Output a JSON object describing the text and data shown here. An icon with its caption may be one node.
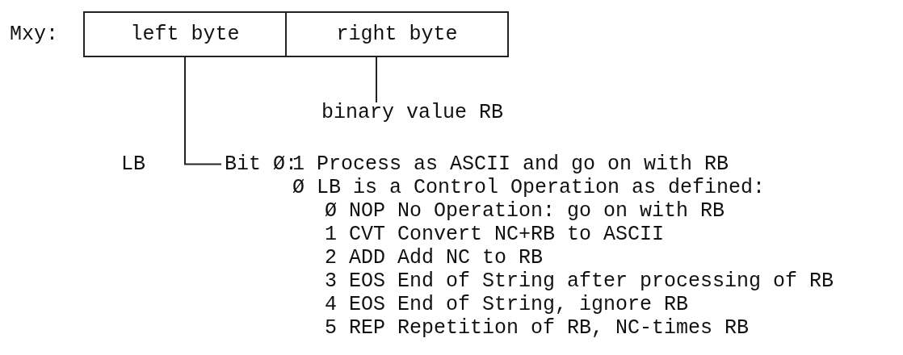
{
  "diagram": {
    "nodes": [
      {
        "text": [
          "left byte"
        ]
      },
      {
        "text": [
          "right byte"
        ]
      },
      {
        "text": [
          "binary value RB"
        ]
      },
      {
        "text": [
          "Bit Ø:"
        ]
      }
    ],
    "edges": [
      {
        "from": 1,
        "to": 2,
        "arrow": "none"
      },
      {
        "from": 0,
        "to": 3,
        "arrow": "none"
      }
    ],
    "labels": [
      "Mxy:",
      "LB",
      "1 Process as ASCII and go on with RB",
      "Ø LB is a Control Operation as defined:",
      "Ø NOP No Operation: go on with RB",
      "1 CVT Convert NC+RB to ASCII",
      "2 ADD Add NC to RB",
      "3 EOS End of String after processing of RB",
      "4 EOS End of String, ignore RB",
      "5 REP Repetition of RB, NC-times RB"
    ]
  }
}
